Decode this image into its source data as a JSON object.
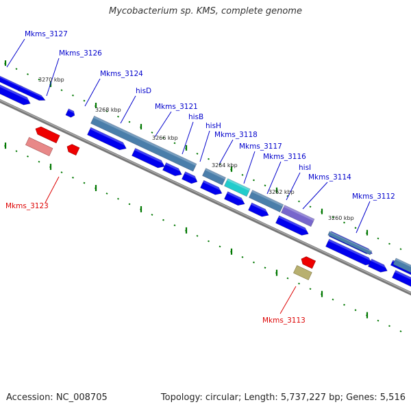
{
  "title": "Mycobacterium sp. KMS, complete genome",
  "footer": {
    "accession": "Accession: NC_008705",
    "summary": "Topology: circular; Length: 5,737,227 bp; Genes: 5,516"
  },
  "colors": {
    "forward_gene": "#0000ee",
    "reverse_gene": "#ee0000",
    "reverse_pseudo": "#e88888",
    "olive_feature": "#b8b070",
    "steel_cds": "#4a7eaa",
    "cyan_cds": "#22cccc",
    "purple_cds": "#7766cc",
    "backbone": "#777777",
    "tick": "#007700",
    "forward_label": "#0000cc",
    "reverse_label": "#dd0000"
  },
  "scale_labels": [
    "3270 kbp",
    "3268 kbp",
    "3266 kbp",
    "3264 kbp",
    "3262 kbp",
    "3260 kbp"
  ],
  "gene_labels": [
    {
      "name": "Mkms_3127",
      "strand": "forward"
    },
    {
      "name": "Mkms_3126",
      "strand": "forward"
    },
    {
      "name": "Mkms_3124",
      "strand": "forward"
    },
    {
      "name": "hisD",
      "strand": "forward"
    },
    {
      "name": "Mkms_3121",
      "strand": "forward"
    },
    {
      "name": "hisB",
      "strand": "forward"
    },
    {
      "name": "hisH",
      "strand": "forward"
    },
    {
      "name": "Mkms_3118",
      "strand": "forward"
    },
    {
      "name": "Mkms_3117",
      "strand": "forward"
    },
    {
      "name": "Mkms_3116",
      "strand": "forward"
    },
    {
      "name": "hisI",
      "strand": "forward"
    },
    {
      "name": "Mkms_3114",
      "strand": "forward"
    },
    {
      "name": "Mkms_3112",
      "strand": "forward"
    },
    {
      "name": "Mkms_3123",
      "strand": "reverse"
    },
    {
      "name": "Mkms_3113",
      "strand": "reverse"
    }
  ]
}
